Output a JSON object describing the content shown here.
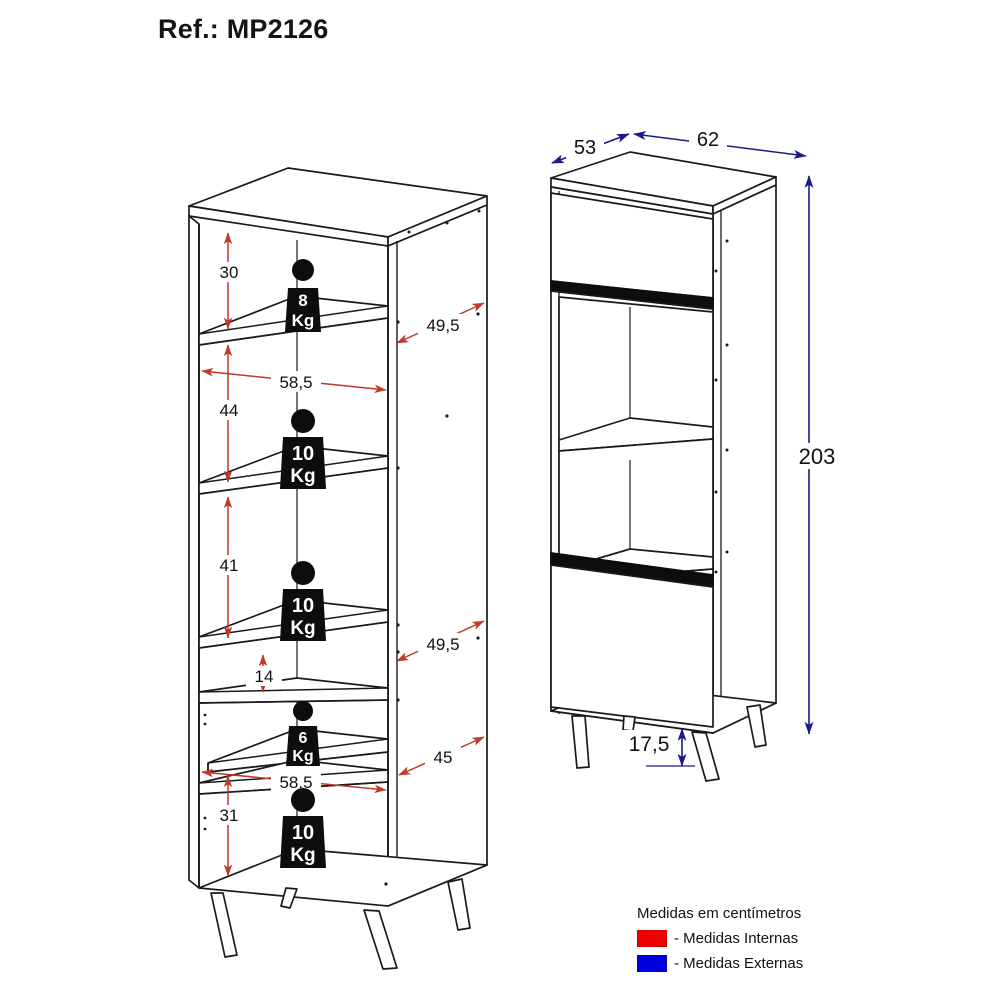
{
  "title": "Ref.: MP2126",
  "product_ref": "MP2126",
  "legend": {
    "units_note": "Medidas em centímetros",
    "items": [
      {
        "swatch_name": "internal-measure-swatch",
        "color": "#ee0000",
        "label": "- Medidas Internas"
      },
      {
        "swatch_name": "external-measure-swatch",
        "color": "#0000dd",
        "label": "- Medidas Externas"
      }
    ]
  },
  "colors": {
    "internal": "#c0392b",
    "internal_pure": "#ee0000",
    "external": "#1a1a8c",
    "external_pure": "#0000dd",
    "outline": "#1a1a1a",
    "badge": "#0d0d0d",
    "background": "#ffffff"
  },
  "left_view": {
    "name": "internal-measures-view",
    "description": "Vista interna do armário com prateleiras e capacidades de carga",
    "internal_dimensions": [
      {
        "id": "shelf-gap-1",
        "value": "30",
        "orientation": "vertical"
      },
      {
        "id": "shelf-gap-2",
        "value": "44",
        "orientation": "vertical"
      },
      {
        "id": "shelf-gap-3",
        "value": "41",
        "orientation": "vertical"
      },
      {
        "id": "shelf-gap-4",
        "value": "14",
        "orientation": "vertical"
      },
      {
        "id": "shelf-gap-5",
        "value": "31",
        "orientation": "vertical"
      },
      {
        "id": "shelf-width-upper",
        "value": "58,5",
        "orientation": "horizontal"
      },
      {
        "id": "shelf-width-lower",
        "value": "58,5",
        "orientation": "horizontal"
      },
      {
        "id": "shelf-depth-upper",
        "value": "49,5",
        "orientation": "depth"
      },
      {
        "id": "shelf-depth-middle",
        "value": "49,5",
        "orientation": "depth"
      },
      {
        "id": "shelf-depth-lower",
        "value": "45",
        "orientation": "depth"
      }
    ],
    "load_badges": [
      {
        "id": "load-badge-1",
        "amount": "8",
        "unit": "Kg"
      },
      {
        "id": "load-badge-2",
        "amount": "10",
        "unit": "Kg"
      },
      {
        "id": "load-badge-3",
        "amount": "10",
        "unit": "Kg"
      },
      {
        "id": "load-badge-4",
        "amount": "6",
        "unit": "Kg"
      },
      {
        "id": "load-badge-5",
        "amount": "10",
        "unit": "Kg"
      }
    ]
  },
  "right_view": {
    "name": "external-measures-view",
    "description": "Vista externa do armário fechado com portas e pés",
    "external_dimensions": [
      {
        "id": "depth",
        "value": "53",
        "orientation": "depth"
      },
      {
        "id": "width",
        "value": "62",
        "orientation": "horizontal"
      },
      {
        "id": "height",
        "value": "203",
        "orientation": "vertical"
      },
      {
        "id": "leg-height",
        "value": "17,5",
        "orientation": "vertical"
      }
    ]
  }
}
